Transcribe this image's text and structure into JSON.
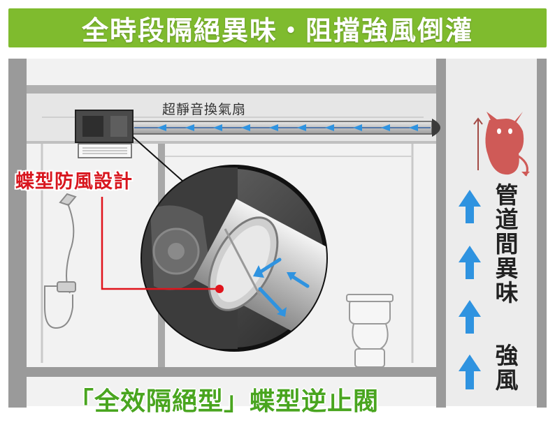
{
  "banner": {
    "title": "全時段隔絕異味・阻擋強風倒灌"
  },
  "labels": {
    "fan": "超靜音換氣扇",
    "butterfly": "蝶型防風設計",
    "duct_smell": "管道間異味",
    "strong_wind": "強風",
    "bottom": "「全效隔絕型」蝶型逆止閥"
  },
  "colors": {
    "banner_green": "#7fbb2e",
    "accent_red": "#d8161e",
    "bottom_green": "#49a51f",
    "arrow_blue": "#2f93e0",
    "wall_gray": "#9a9a9a"
  }
}
